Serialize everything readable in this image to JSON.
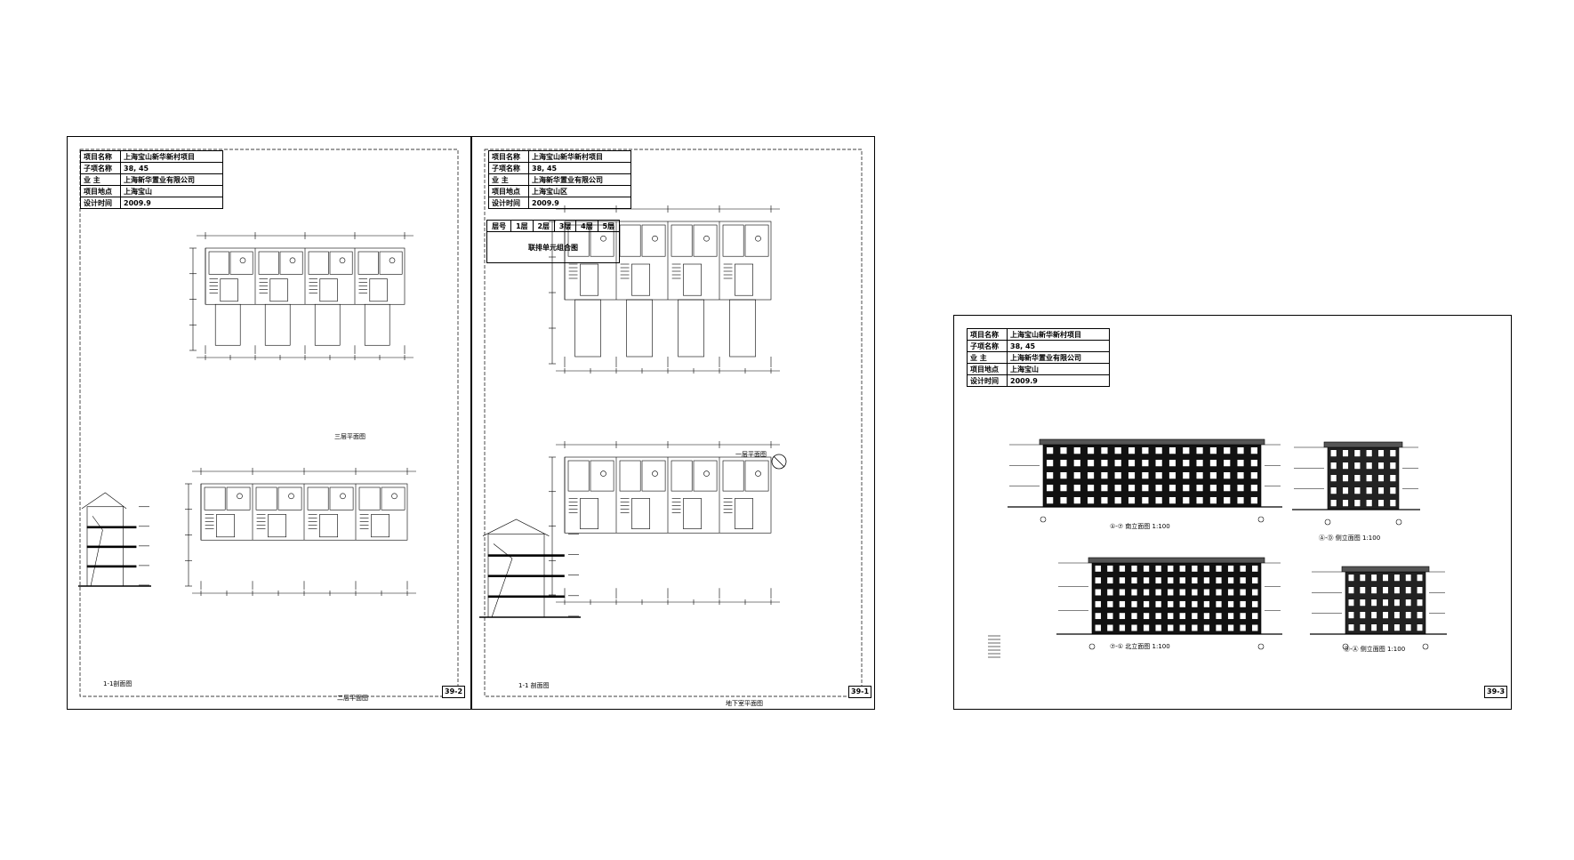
{
  "title_block_left": {
    "rows": [
      {
        "label": "项目名称",
        "value": "上海宝山新华新村项目"
      },
      {
        "label": "子项名称",
        "value": "38, 45"
      },
      {
        "label": "业    主",
        "value": "上海新华置业有限公司"
      },
      {
        "label": "项目地点",
        "value": "上海宝山"
      },
      {
        "label": "设计时间",
        "value": "2009.9"
      }
    ]
  },
  "title_block_middle": {
    "rows": [
      {
        "label": "项目名称",
        "value": "上海宝山新华新村项目"
      },
      {
        "label": "子项名称",
        "value": "38, 45"
      },
      {
        "label": "业    主",
        "value": "上海新华置业有限公司"
      },
      {
        "label": "项目地点",
        "value": "上海宝山区"
      },
      {
        "label": "设计时间",
        "value": "2009.9"
      }
    ],
    "floor_table": {
      "headers": [
        "层号",
        "1层",
        "2层",
        "3层",
        "4层",
        "5层"
      ],
      "caption": "联排单元组合图"
    }
  },
  "title_block_right": {
    "rows": [
      {
        "label": "项目名称",
        "value": "上海宝山新华新村项目"
      },
      {
        "label": "子项名称",
        "value": "38, 45"
      },
      {
        "label": "业    主",
        "value": "上海新华置业有限公司"
      },
      {
        "label": "项目地点",
        "value": "上海宝山"
      },
      {
        "label": "设计时间",
        "value": "2009.9"
      }
    ]
  },
  "sheet_codes": {
    "left": "39-2",
    "middle": "39-1",
    "right": "39-3"
  },
  "captions": {
    "left_top_plan": "三层平面图",
    "left_bottom_plan": "二层平面图",
    "left_section": "1-1剖面图",
    "middle_top_plan": "一层平面图",
    "middle_section": "1-1 剖面图",
    "middle_bottom_plan": "地下室平面图",
    "right_elev_1": "①-⑦ 南立面图 1:100",
    "right_elev_2": "Ⓐ-Ⓓ 侧立面图 1:100",
    "right_elev_3": "⑦-① 北立面图 1:100",
    "right_elev_4": "Ⓓ-Ⓐ 侧立面图 1:100"
  },
  "icons": {
    "north_arrow": "north-arrow-icon"
  }
}
